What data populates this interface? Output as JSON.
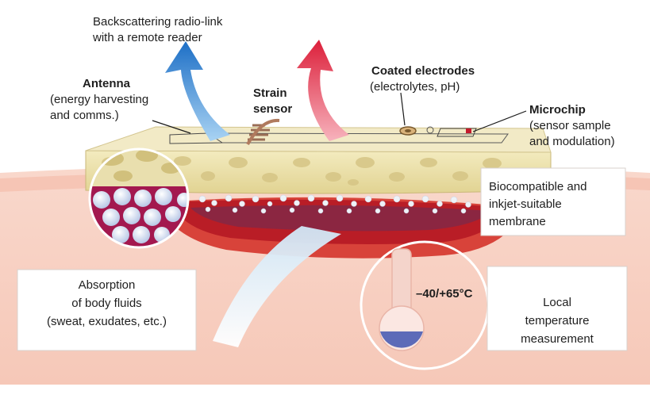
{
  "labels": {
    "radio_link": [
      "Backscattering radio-link",
      "with a remote reader"
    ],
    "antenna": {
      "title": "Antenna",
      "detail": [
        "(energy harvesting",
        "and comms.)"
      ]
    },
    "strain_sensor": [
      "Strain",
      "sensor"
    ],
    "coated_electrodes": {
      "title": "Coated electrodes",
      "detail": "(electrolytes, pH)"
    },
    "microchip": {
      "title": "Microchip",
      "detail": [
        "(sensor sample",
        "and modulation)"
      ]
    },
    "membrane": [
      "Biocompatible and",
      "inkjet-suitable",
      "membrane"
    ],
    "absorption": [
      "Absorption",
      "of body fluids",
      "(sweat, exudates, etc.)"
    ],
    "temperature_range": "–40/+65°C",
    "temperature": [
      "Local",
      "temperature",
      "measurement"
    ]
  },
  "colors": {
    "skin": "#f7c9bb",
    "skin_deep": "#e4554a",
    "tissue_red": "#b91d26",
    "membrane_top": "#ece0a6",
    "membrane_pore": "#d9c98a",
    "arrow_blue": "#2c7fd0",
    "arrow_red": "#e0283f",
    "thermo_fill": "#5d6bb8"
  }
}
